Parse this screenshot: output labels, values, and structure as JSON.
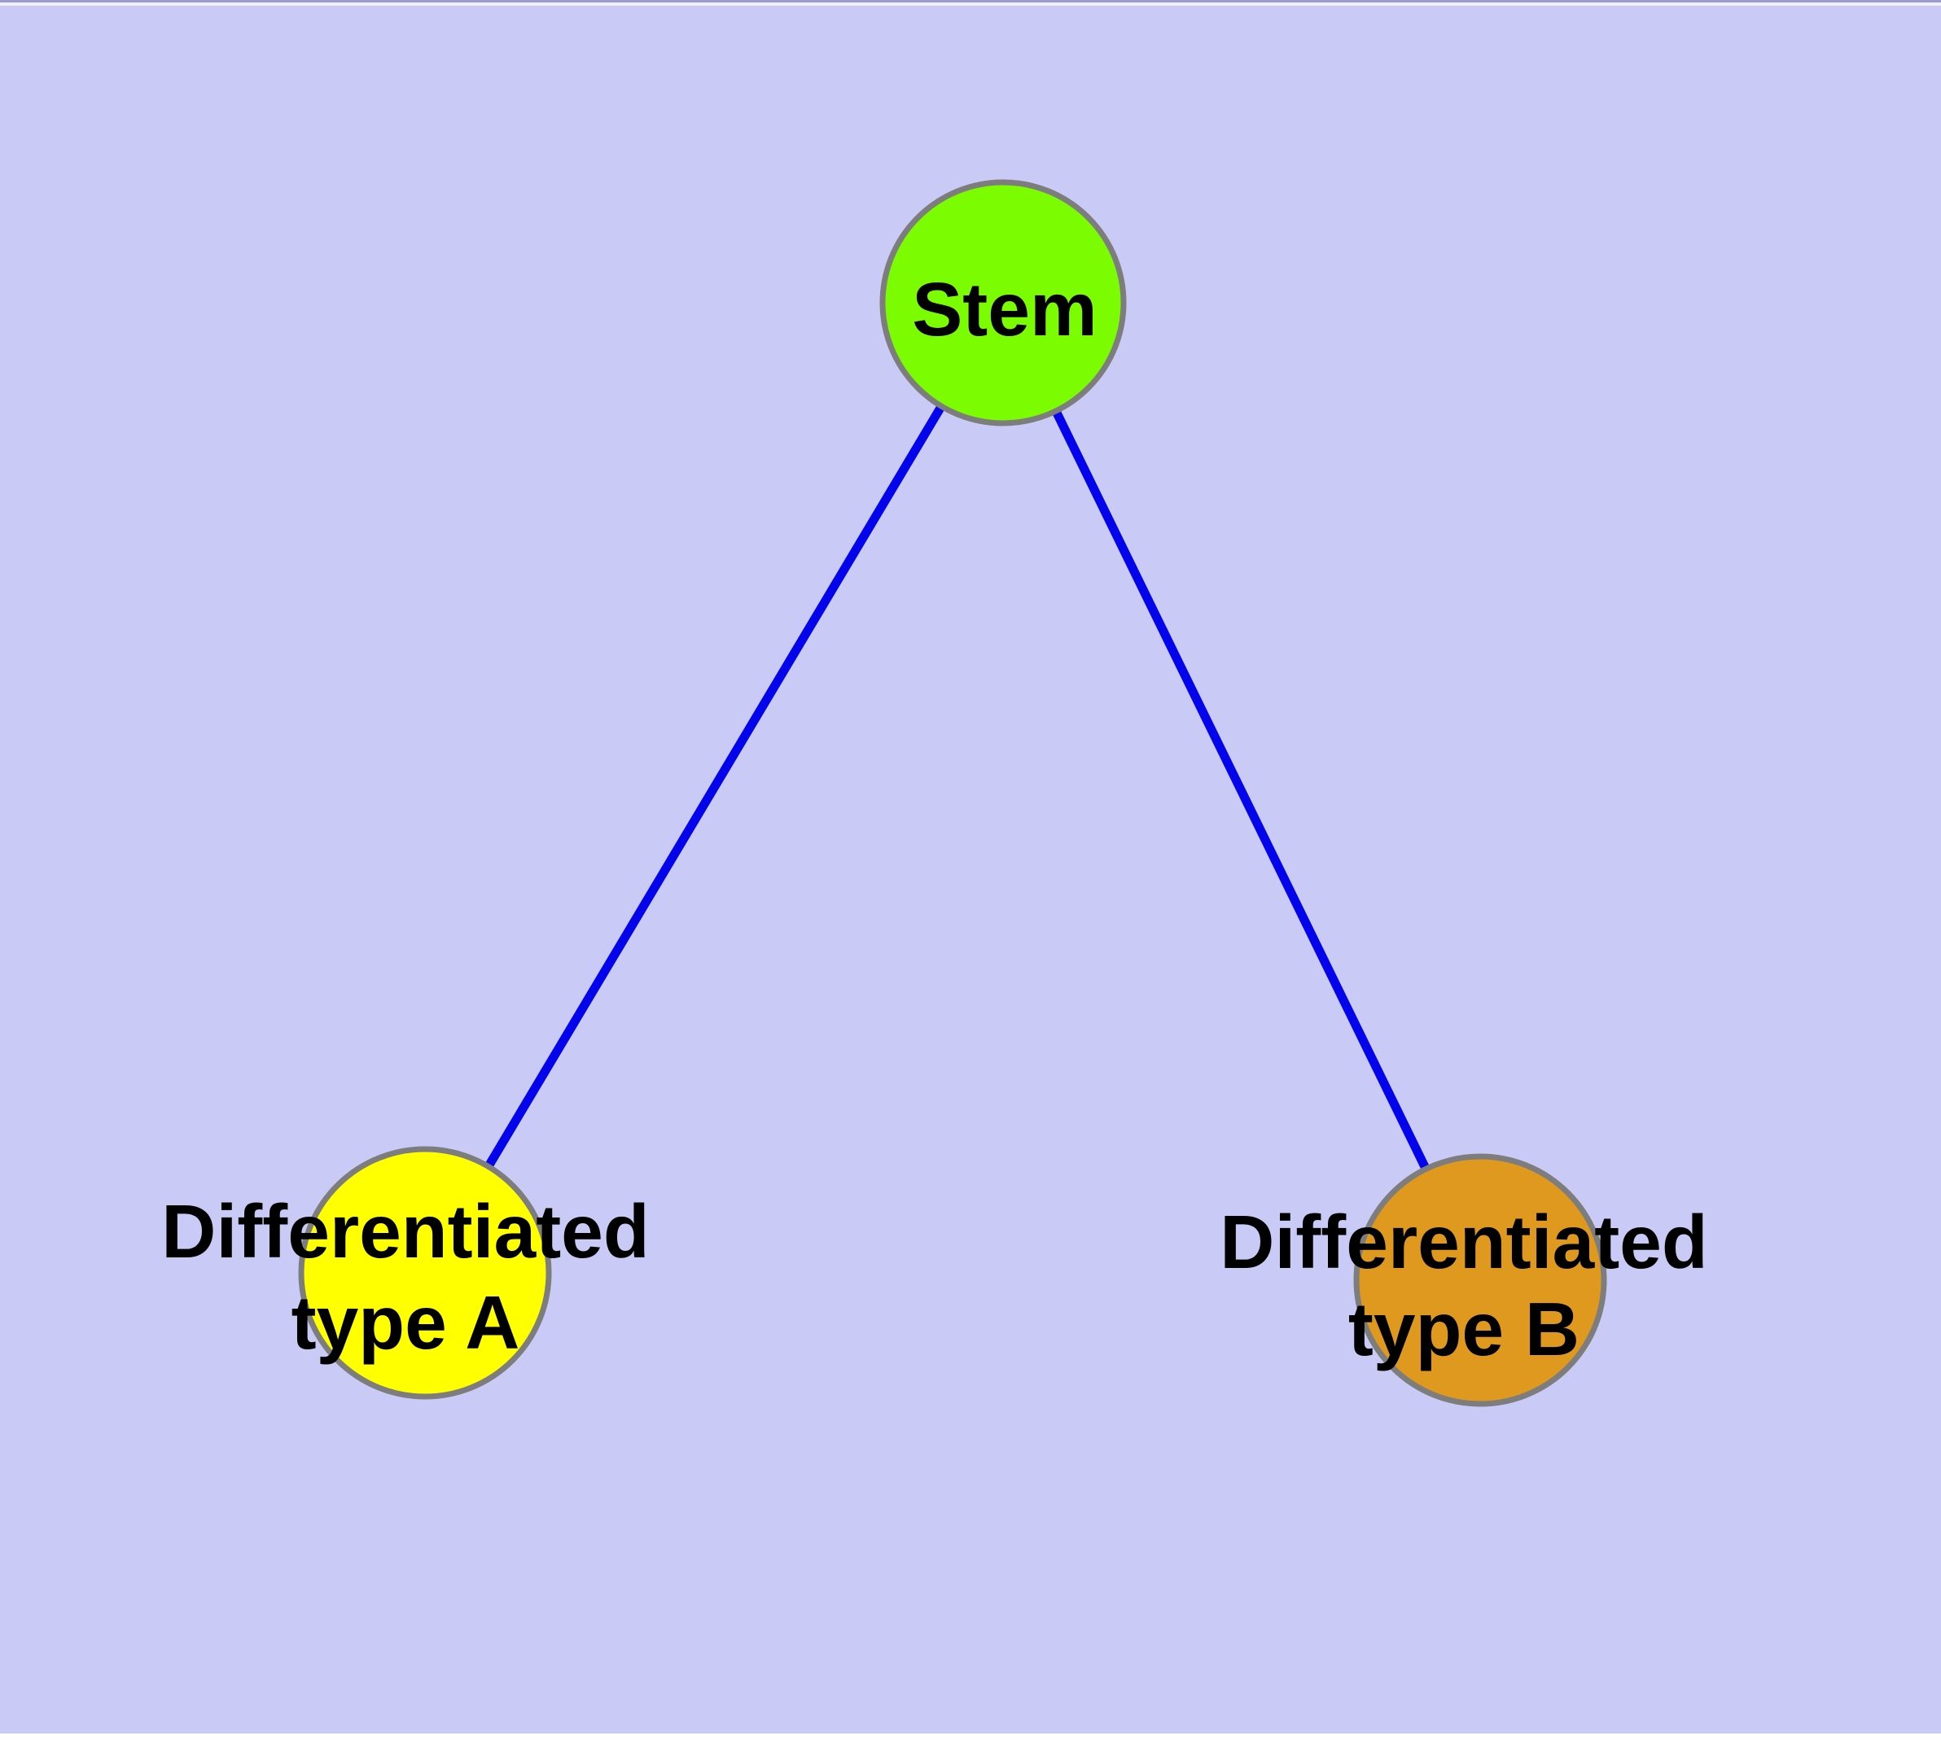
{
  "canvas": {
    "background": "#CACAF6",
    "bottom_strip_color": "#FFFFFF",
    "top_line_dark": "#9B9BD4",
    "top_line_light": "#F1F1FB"
  },
  "styles": {
    "edge_color": "#0404EC",
    "node_border_color": "#7D7D7D",
    "text_color": "#000000"
  },
  "nodes": [
    {
      "id": "stem",
      "label": "Stem",
      "fill": "#7CFC00"
    },
    {
      "id": "type-a",
      "label_line1": "Differentiated",
      "label_line2": "type A",
      "fill": "#FFFF00"
    },
    {
      "id": "type-b",
      "label_line1": "Differentiated",
      "label_line2": "type B",
      "fill": "#E0991F"
    }
  ],
  "edges": [
    {
      "from": "stem",
      "to": "type-a"
    },
    {
      "from": "stem",
      "to": "type-b"
    }
  ]
}
